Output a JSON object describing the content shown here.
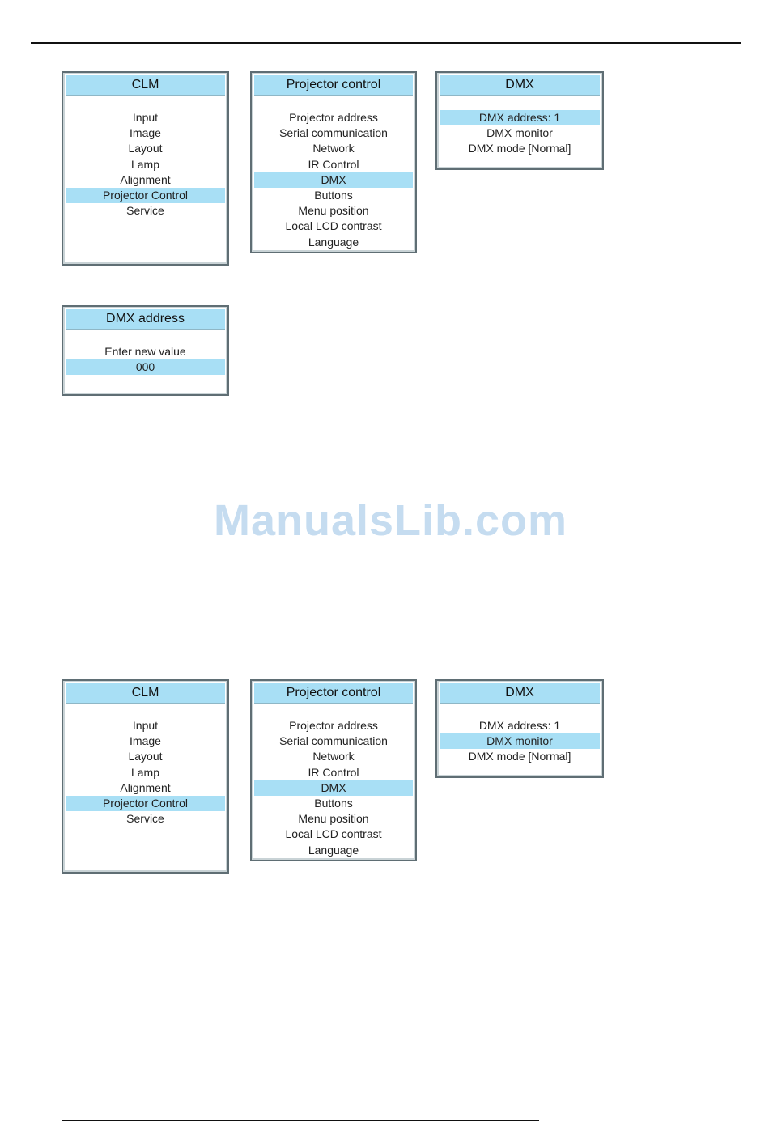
{
  "watermark": "ManualsLib.com",
  "colors": {
    "highlight": "#a8dff5",
    "border": "#5f6e74"
  },
  "menus": [
    {
      "title": "CLM",
      "selected": 5,
      "items": [
        "Input",
        "Image",
        "Layout",
        "Lamp",
        "Alignment",
        "Projector Control",
        "Service"
      ]
    },
    {
      "title": "Projector control",
      "selected": 4,
      "items": [
        "Projector address",
        "Serial communication",
        "Network",
        "IR Control",
        "DMX",
        "Buttons",
        "Menu position",
        "Local LCD contrast",
        "Language"
      ]
    },
    {
      "title": "DMX",
      "selected": 0,
      "items": [
        "DMX address:  1",
        "DMX monitor",
        "DMX mode [Normal]"
      ]
    },
    {
      "title": "DMX address",
      "selected": 1,
      "items": [
        "Enter new value",
        "000"
      ]
    },
    {
      "title": "CLM",
      "selected": 5,
      "items": [
        "Input",
        "Image",
        "Layout",
        "Lamp",
        "Alignment",
        "Projector Control",
        "Service"
      ]
    },
    {
      "title": "Projector control",
      "selected": 4,
      "items": [
        "Projector address",
        "Serial communication",
        "Network",
        "IR Control",
        "DMX",
        "Buttons",
        "Menu position",
        "Local LCD contrast",
        "Language"
      ]
    },
    {
      "title": "DMX",
      "selected": 1,
      "items": [
        "DMX address:  1",
        "DMX monitor",
        "DMX mode [Normal]"
      ]
    }
  ]
}
